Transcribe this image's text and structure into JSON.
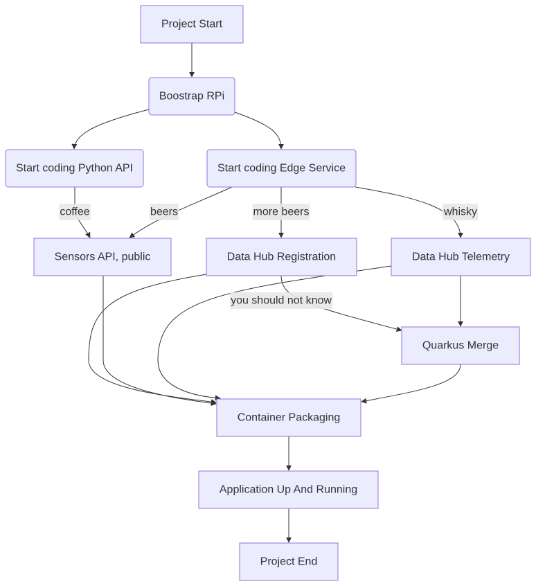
{
  "diagram": {
    "nodes": [
      {
        "id": "start",
        "label": "Project Start"
      },
      {
        "id": "rpi",
        "label": "Boostrap RPi"
      },
      {
        "id": "python",
        "label": "Start coding Python API"
      },
      {
        "id": "edge",
        "label": "Start coding Edge Service"
      },
      {
        "id": "sensors",
        "label": "Sensors API, public"
      },
      {
        "id": "registration",
        "label": "Data Hub Registration"
      },
      {
        "id": "telemetry",
        "label": "Data Hub Telemetry"
      },
      {
        "id": "quarkus",
        "label": "Quarkus Merge"
      },
      {
        "id": "container",
        "label": "Container Packaging"
      },
      {
        "id": "app",
        "label": "Application Up And Running"
      },
      {
        "id": "end",
        "label": "Project End"
      }
    ],
    "edges": [
      {
        "from": "start",
        "to": "rpi",
        "label": ""
      },
      {
        "from": "rpi",
        "to": "python",
        "label": ""
      },
      {
        "from": "rpi",
        "to": "edge",
        "label": ""
      },
      {
        "from": "python",
        "to": "sensors",
        "label": "coffee"
      },
      {
        "from": "edge",
        "to": "sensors",
        "label": "beers"
      },
      {
        "from": "edge",
        "to": "registration",
        "label": "more beers"
      },
      {
        "from": "edge",
        "to": "telemetry",
        "label": "whisky"
      },
      {
        "from": "registration",
        "to": "quarkus",
        "label": "you should not know"
      },
      {
        "from": "telemetry",
        "to": "quarkus",
        "label": ""
      },
      {
        "from": "sensors",
        "to": "container",
        "label": ""
      },
      {
        "from": "registration",
        "to": "container",
        "label": ""
      },
      {
        "from": "telemetry",
        "to": "container",
        "label": ""
      },
      {
        "from": "quarkus",
        "to": "container",
        "label": ""
      },
      {
        "from": "container",
        "to": "app",
        "label": ""
      },
      {
        "from": "app",
        "to": "end",
        "label": ""
      }
    ]
  }
}
